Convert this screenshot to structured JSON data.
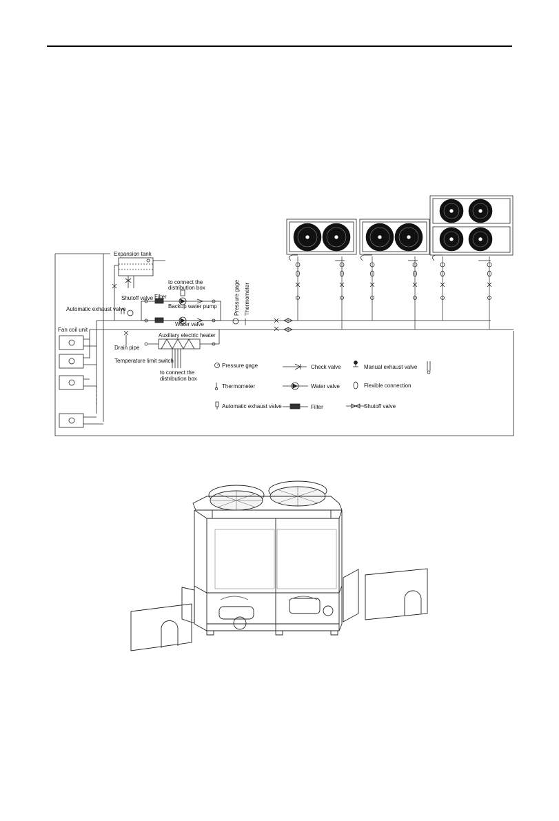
{
  "schematic": {
    "labels": {
      "expansion_tank": "Expansion tank",
      "shutoff_valve": "Shutoff valve",
      "filter": "Filter",
      "connect_box_1a": "to connect the",
      "connect_box_1b": "distribution box",
      "backup_pump": "Backup water pump",
      "automatic_exhaust_valve": "Automatic exhaust valve",
      "water_valve": "Water valve",
      "fan_coil_unit": "Fan coil unit",
      "aux_heater": "Auxiliary electric heater",
      "drain_pipe": "Drain pipe",
      "temp_limit_switch": "Temperature limit switch",
      "connect_box_2a": "to connect the",
      "connect_box_2b": "distribution box",
      "pressure_gage": "Pressure gage",
      "thermometer": "Thermometer"
    },
    "legend": [
      {
        "id": "pressure_gage",
        "label": "Pressure gage",
        "icon": "pressure-gage-icon"
      },
      {
        "id": "check_valve",
        "label": "Check valve",
        "icon": "check-valve-icon"
      },
      {
        "id": "manual_exhaust_valve",
        "label": "Manual exhaust valve",
        "icon": "manual-exhaust-valve-icon"
      },
      {
        "id": "thermometer",
        "label": "Thermometer",
        "icon": "thermometer-icon"
      },
      {
        "id": "water_valve",
        "label": "Water valve",
        "icon": "water-valve-icon"
      },
      {
        "id": "flexible_connection",
        "label": "Flexible connection",
        "icon": "flexible-connection-icon"
      },
      {
        "id": "automatic_exhaust_valve",
        "label": "Automatic exhaust valve",
        "icon": "automatic-exhaust-valve-icon"
      },
      {
        "id": "filter",
        "label": "Filter",
        "icon": "filter-icon"
      },
      {
        "id": "shutoff_valve",
        "label": "Shutoff valve",
        "icon": "shutoff-valve-icon"
      }
    ]
  }
}
